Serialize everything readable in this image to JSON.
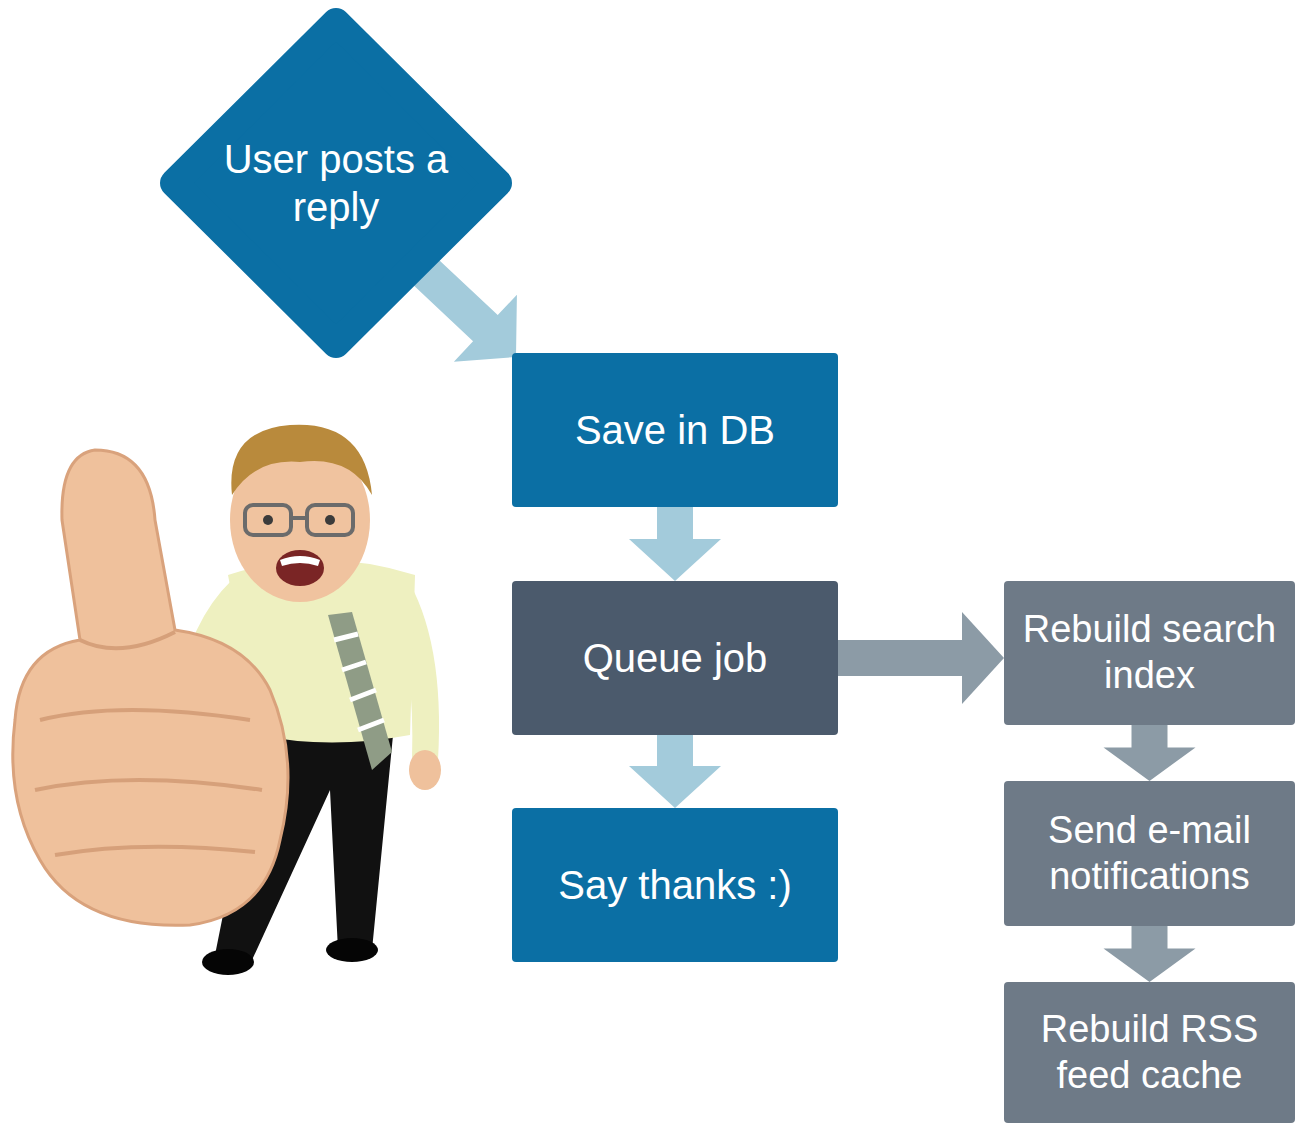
{
  "diagram": {
    "nodes": [
      {
        "text": [
          "User posts a reply"
        ]
      },
      {
        "text": [
          "Save in DB"
        ]
      },
      {
        "text": [
          "Queue job"
        ]
      },
      {
        "text": [
          "Say thanks :)"
        ]
      },
      {
        "text": [
          "Rebuild search index"
        ]
      },
      {
        "text": [
          "Send e-mail notifications"
        ]
      },
      {
        "text": [
          "Rebuild RSS feed cache"
        ]
      }
    ],
    "edges": [
      {
        "from": 0,
        "to": 1,
        "arrow": "to"
      },
      {
        "from": 1,
        "to": 2,
        "arrow": "to"
      },
      {
        "from": 2,
        "to": 3,
        "arrow": "to"
      },
      {
        "from": 2,
        "to": 4,
        "arrow": "to"
      },
      {
        "from": 4,
        "to": 5,
        "arrow": "to"
      },
      {
        "from": 5,
        "to": 6,
        "arrow": "to"
      }
    ]
  }
}
